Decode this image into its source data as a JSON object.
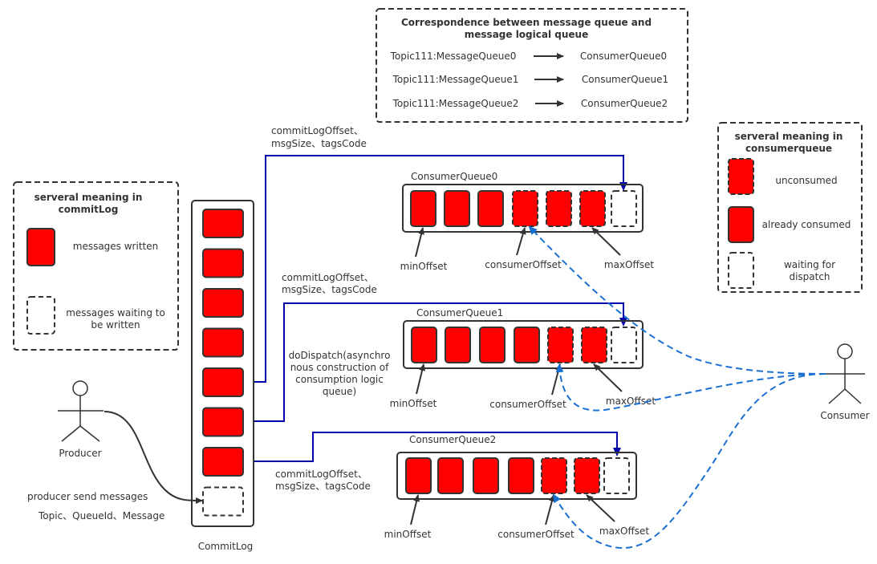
{
  "colors": {
    "message_fill": "#ff0000",
    "stroke": "#333333",
    "dispatch_line": "#0000aa",
    "consume_line": "#1a6fd1",
    "background": "#ffffff"
  },
  "correspondence": {
    "title_line1": "Correspondence between message queue and",
    "title_line2": "message logical queue",
    "rows": [
      {
        "from": "Topic111:MessageQueue0",
        "to": "ConsumerQueue0"
      },
      {
        "from": "Topic111:MessageQueue1",
        "to": "ConsumerQueue1"
      },
      {
        "from": "Topic111:MessageQueue2",
        "to": "ConsumerQueue2"
      }
    ]
  },
  "legend_commitlog": {
    "title_line1": "serveral meaning in",
    "title_line2": "commitLog",
    "items": [
      {
        "type": "written",
        "label_line1": "messages written",
        "label_line2": ""
      },
      {
        "type": "waiting",
        "label_line1": "messages waiting to",
        "label_line2": "be written"
      }
    ]
  },
  "legend_consumerqueue": {
    "title_line1": "serveral meaning in",
    "title_line2": "consumerqueue",
    "items": [
      {
        "type": "unconsumed",
        "label_line1": "unconsumed",
        "label_line2": ""
      },
      {
        "type": "consumed",
        "label_line1": "already consumed",
        "label_line2": ""
      },
      {
        "type": "waiting",
        "label_line1": "waiting for",
        "label_line2": "dispatch"
      }
    ]
  },
  "commitlog": {
    "label": "CommitLog",
    "cells": [
      "written",
      "written",
      "written",
      "written",
      "written",
      "written",
      "written",
      "waiting"
    ]
  },
  "producer": {
    "label": "Producer",
    "send_label": "producer send messages",
    "send_params": "Topic、QueueId、Message"
  },
  "consumer": {
    "label": "Consumer"
  },
  "dispatch": {
    "label_line1": "commitLogOffset、",
    "label_line2": "msgSize、tagsCode",
    "do_dispatch_lines": [
      "doDispatch(asynchro",
      "nous construction of",
      "consumption logic",
      "queue)"
    ]
  },
  "queues": [
    {
      "name": "ConsumerQueue0",
      "cells": [
        "consumed",
        "consumed",
        "consumed",
        "unconsumed",
        "unconsumed",
        "unconsumed",
        "waiting"
      ],
      "min_offset": "minOffset",
      "consumer_offset": "consumerOffset",
      "max_offset": "maxOffset"
    },
    {
      "name": "ConsumerQueue1",
      "cells": [
        "consumed",
        "consumed",
        "consumed",
        "consumed",
        "unconsumed",
        "unconsumed",
        "waiting"
      ],
      "min_offset": "minOffset",
      "consumer_offset": "consumerOffset",
      "max_offset": "maxOffset"
    },
    {
      "name": "ConsumerQueue2",
      "cells": [
        "consumed",
        "consumed",
        "consumed",
        "consumed",
        "unconsumed",
        "unconsumed",
        "waiting"
      ],
      "min_offset": "minOffset",
      "consumer_offset": "consumerOffset",
      "max_offset": "maxOffset"
    }
  ]
}
